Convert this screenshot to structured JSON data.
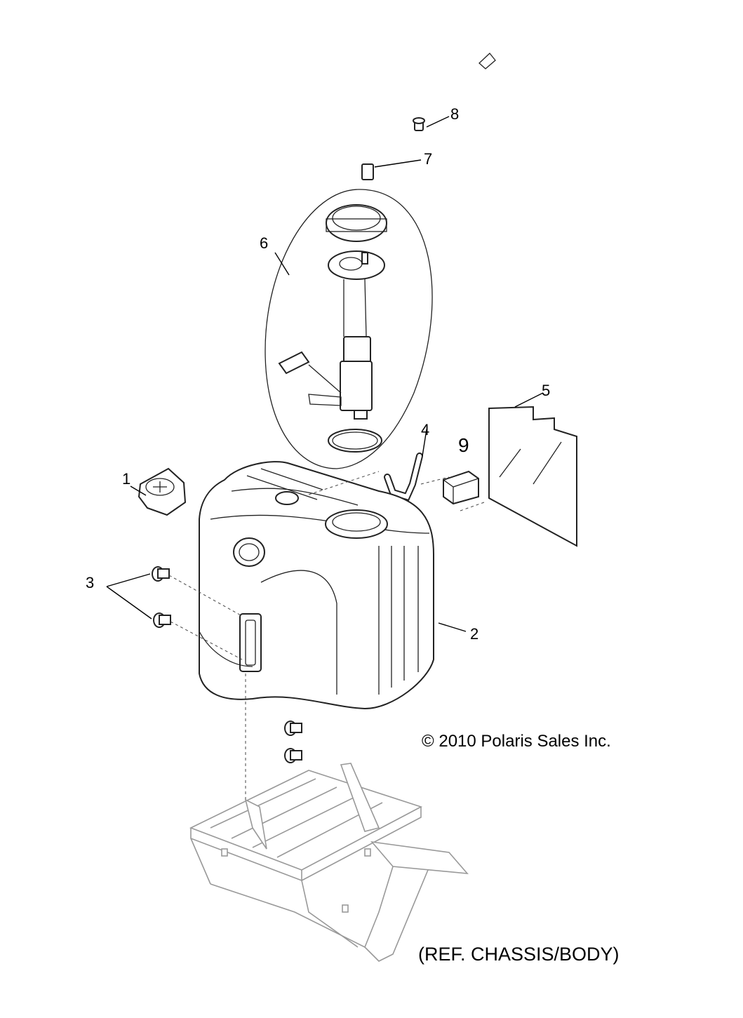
{
  "callouts": {
    "c1": "1",
    "c2": "2",
    "c3": "3",
    "c4": "4",
    "c5": "5",
    "c6": "6",
    "c7": "7",
    "c8": "8",
    "c9": "9"
  },
  "copyright": "© 2010 Polaris Sales Inc.",
  "reference": "(REF. CHASSIS/BODY)"
}
